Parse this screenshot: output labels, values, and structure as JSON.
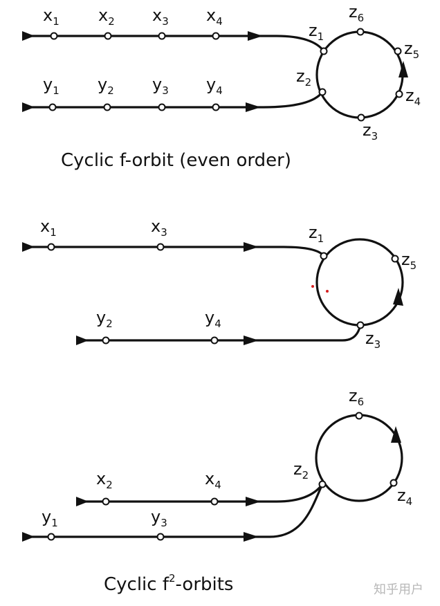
{
  "panels": [
    {
      "caption_main": "Cyclic f-orbit (even order)",
      "caption_sup": "",
      "caption_tail": ""
    },
    {
      "caption_main": "",
      "caption_sup": "",
      "caption_tail": ""
    },
    {
      "caption_main": "Cyclic f",
      "caption_sup": "2",
      "caption_tail": "-orbits"
    }
  ],
  "labels": {
    "x1": {
      "base": "x",
      "sub": "1"
    },
    "x2": {
      "base": "x",
      "sub": "2"
    },
    "x3": {
      "base": "x",
      "sub": "3"
    },
    "x4": {
      "base": "x",
      "sub": "4"
    },
    "y1": {
      "base": "y",
      "sub": "1"
    },
    "y2": {
      "base": "y",
      "sub": "2"
    },
    "y3": {
      "base": "y",
      "sub": "3"
    },
    "y4": {
      "base": "y",
      "sub": "4"
    },
    "z1": {
      "base": "z",
      "sub": "1"
    },
    "z2": {
      "base": "z",
      "sub": "2"
    },
    "z3": {
      "base": "z",
      "sub": "3"
    },
    "z4": {
      "base": "z",
      "sub": "4"
    },
    "z5": {
      "base": "z",
      "sub": "5"
    },
    "z6": {
      "base": "z",
      "sub": "6"
    }
  },
  "watermark": "知乎用户"
}
